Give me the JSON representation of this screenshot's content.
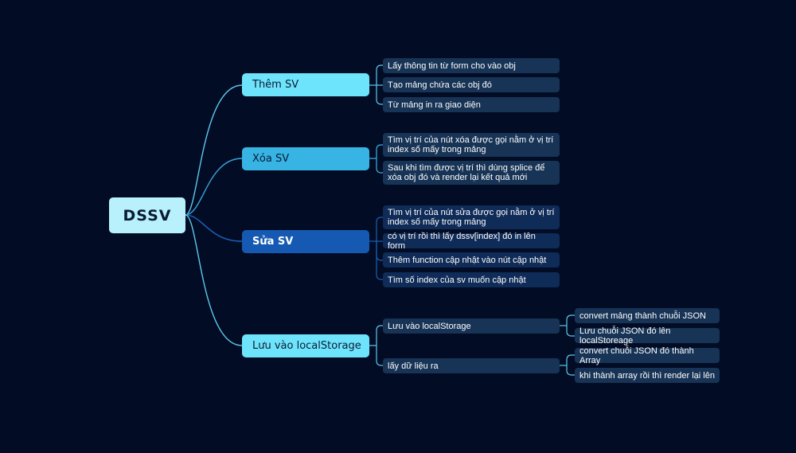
{
  "mindmap": {
    "root": "DSSV",
    "branches": [
      {
        "label": "Thêm SV",
        "children": [
          {
            "label": "Lấy thông tin từ form cho vào obj"
          },
          {
            "label": "Tạo mảng chứa các obj đó"
          },
          {
            "label": "Từ mảng in ra giao diện"
          }
        ]
      },
      {
        "label": "Xóa SV",
        "children": [
          {
            "label": "Tìm vị trí của nút xóa được gọi nằm ở vị trí index số mấy trong mảng"
          },
          {
            "label": "Sau khi tìm được vị trí thì dùng splice để xóa obj đó và render lại kết quả mới"
          }
        ]
      },
      {
        "label": "Sửa SV",
        "children": [
          {
            "label": "Tìm vị trí của nút sửa được gọi nằm ở vị trí index số mấy trong mảng"
          },
          {
            "label": "có vị trí rồi thì lấy dssv[index] đó in lên form"
          },
          {
            "label": "Thêm function cập nhật vào nút cập nhật"
          },
          {
            "label": "Tìm số index của sv muốn cập nhật"
          }
        ]
      },
      {
        "label": "Lưu vào localStorage",
        "children": [
          {
            "label": "Lưu vào localStorage",
            "children": [
              {
                "label": "convert mảng thành chuỗi JSON"
              },
              {
                "label": "Lưu chuỗi JSON đó lên localStoreage"
              }
            ]
          },
          {
            "label": "lấy dữ liệu ra",
            "children": [
              {
                "label": "convert chuỗi JSON đó thành Array"
              },
              {
                "label": "khi thành array rồi thì render lại lên"
              }
            ]
          }
        ]
      }
    ]
  },
  "colors": {
    "background": "#020c24",
    "root": "#b8f1fb",
    "branch_light": "#6ee4fc",
    "branch_mid": "#37b4e4",
    "branch_dark": "#1559b2",
    "leaf": "#173355",
    "edge_light": "#5cc8ee",
    "edge_dark": "#1b5fb8"
  }
}
